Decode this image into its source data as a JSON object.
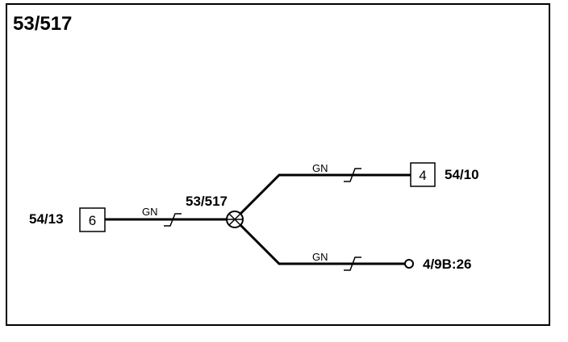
{
  "diagram": {
    "title": "53/517",
    "left_connector": {
      "id": "54/13",
      "pin": "6"
    },
    "splice": {
      "label": "53/517"
    },
    "wire_color_left": "GN",
    "upper_branch": {
      "wire_color": "GN",
      "connector": "54/10",
      "pin": "4"
    },
    "lower_branch": {
      "wire_color": "GN",
      "terminal": "4/9B:26"
    }
  }
}
